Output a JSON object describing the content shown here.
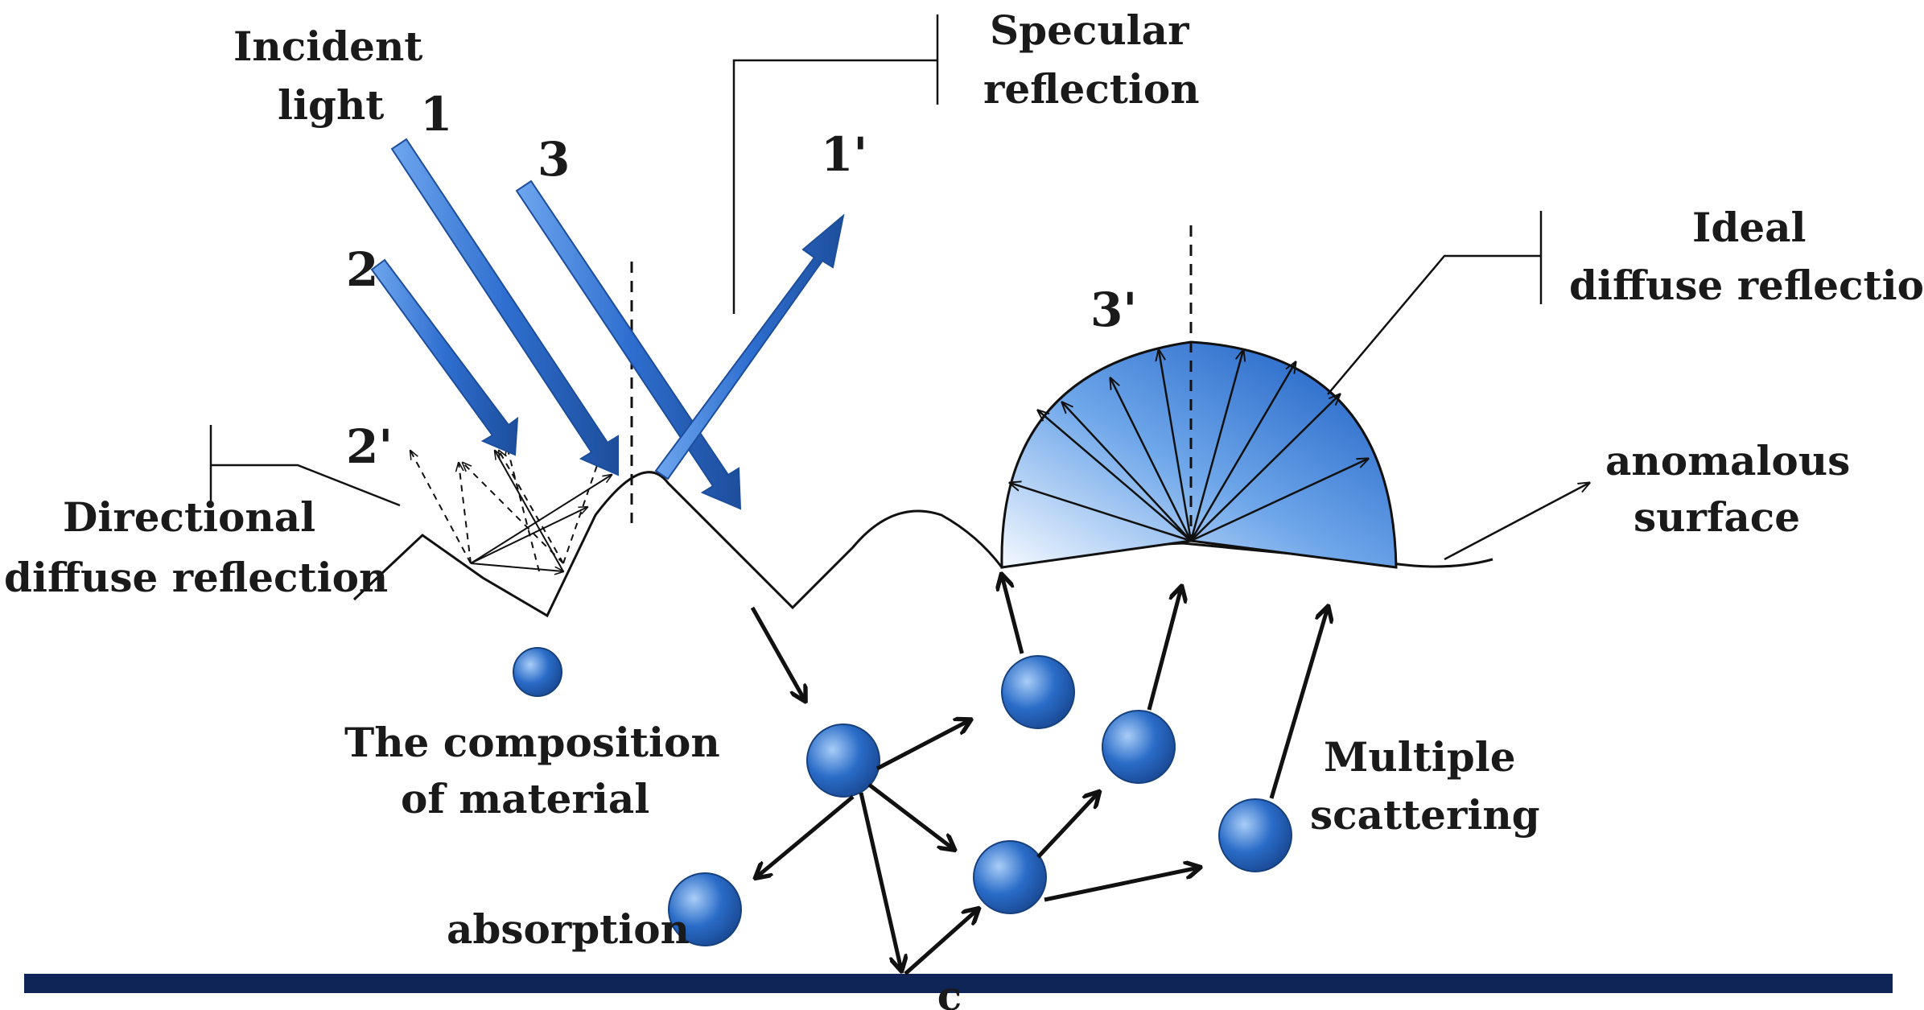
{
  "labels": {
    "incident_line1": "Incident",
    "incident_line2": "light",
    "ray1": "1",
    "ray2": "2",
    "ray3": "3",
    "ray1_reflected": "1'",
    "ray2_reflected": "2'",
    "ray3_reflected": "3'",
    "specular_line1": "Specular",
    "specular_line2": "reflection",
    "ideal_line1": "Ideal",
    "ideal_line2": "diffuse reflection",
    "anomalous_line1": "anomalous",
    "anomalous_line2": "surface",
    "directional_line1": "Directional",
    "directional_line2": "diffuse reflection",
    "composition_line1": "The composition",
    "composition_line2": "of material",
    "multiple_line1": "Multiple",
    "multiple_line2": "scattering",
    "absorption": "absorption",
    "substrate": "c"
  },
  "colors": {
    "ray_fill": "#2f6fd0",
    "ray_edge": "#1d4e9c",
    "particle": "#2a6cc8",
    "substrate": "#0f2557",
    "hemisphere": "#1e66c8",
    "line": "#111111"
  }
}
